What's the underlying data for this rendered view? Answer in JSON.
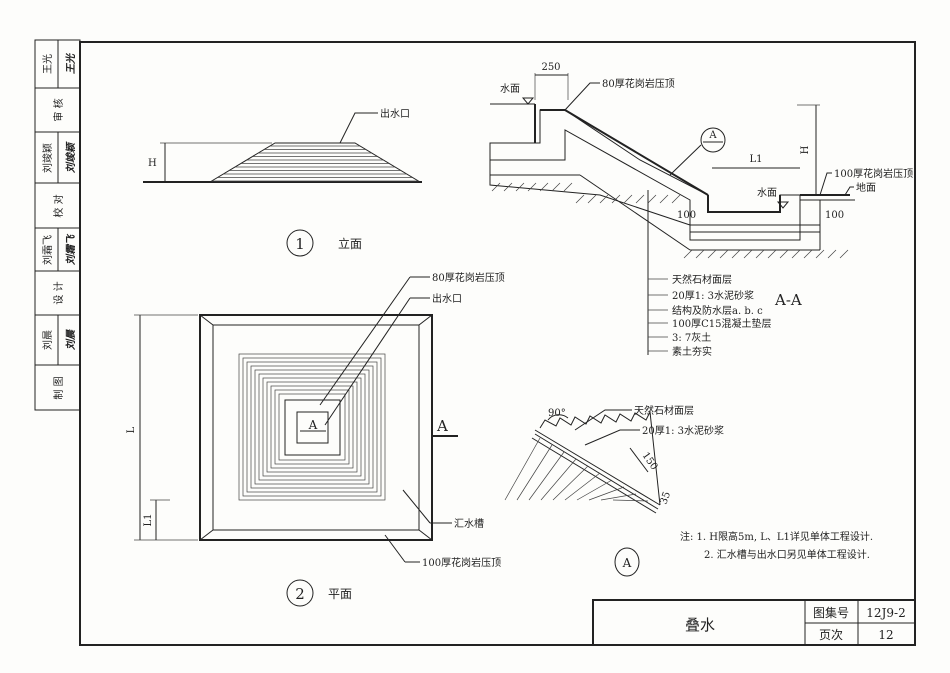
{
  "signature_strip": {
    "cells": [
      {
        "label": "王光",
        "signature": "王光"
      },
      {
        "label": "审 核"
      },
      {
        "label": "刘竣颖",
        "signature": "刘竣颖"
      },
      {
        "label": "校 对"
      },
      {
        "label": "刘霜飞",
        "signature": "刘霜飞"
      },
      {
        "label": "设 计"
      },
      {
        "label": "刘晨",
        "signature": "刘晨"
      },
      {
        "label": "制 图"
      }
    ]
  },
  "elevation": {
    "outlet_label": "出水口",
    "height_dim": "H",
    "view_number": "1",
    "view_title": "立面"
  },
  "plan": {
    "coping_label": "80厚花岗岩压顶",
    "outlet_label": "出水口",
    "gutter_label": "汇水槽",
    "edge_coping_label": "100厚花岗岩压顶",
    "length_dim": "L",
    "length1_dim": "L1",
    "section_mark": "A",
    "detail_ref": "A",
    "view_number": "2",
    "view_title": "平面"
  },
  "section": {
    "dim_top": "250",
    "water_surface_upper": "水面",
    "coping_top_label": "80厚花岗岩压顶",
    "detail_ref": "A",
    "dim_l1": "L1",
    "dim_h": "H",
    "water_surface_lower": "水面",
    "coping_edge_label": "100厚花岗岩压顶",
    "ground_label": "地面",
    "dim_100_left": "100",
    "dim_100_right": "100",
    "layers": [
      "天然石材面层",
      "20厚1: 3水泥砂浆",
      "结构及防水层a. b. c",
      "100厚C15混凝土垫层",
      "3: 7灰土",
      "素土夯实"
    ],
    "title": "A-A"
  },
  "detail": {
    "angle": "90°",
    "layer1": "天然石材面层",
    "layer2": "20厚1: 3水泥砂浆",
    "dim_150": "150",
    "dim_35": "35",
    "view_label": "A"
  },
  "notes": {
    "line1": "注: 1. H限高5m, L、L1详见单体工程设计.",
    "line2": "2. 汇水槽与出水口另见单体工程设计."
  },
  "title_block": {
    "drawing_title": "叠水",
    "atlas_label": "图集号",
    "atlas_value": "12J9-2",
    "page_label": "页次",
    "page_value": "12"
  }
}
